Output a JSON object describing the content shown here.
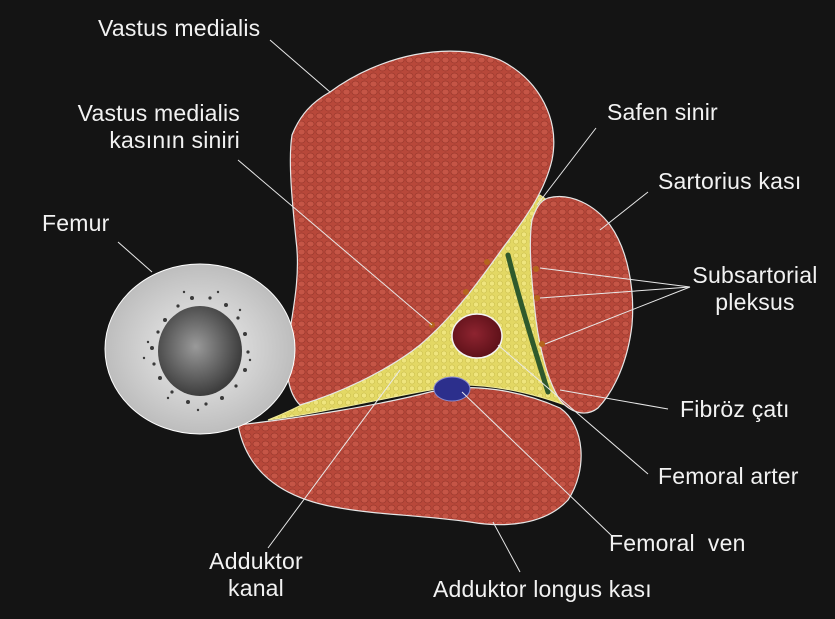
{
  "labels": {
    "vastus_medialis": "Vastus medialis",
    "vastus_medialis_nerve_line1": "Vastus medialis",
    "vastus_medialis_nerve_line2": "kasının siniri",
    "femur": "Femur",
    "safen_sinir": "Safen sinir",
    "sartorius_kasi": "Sartorius kası",
    "subsartorial_line1": "Subsartorial",
    "subsartorial_line2": "pleksus",
    "fibroz_cati": "Fibröz çatı",
    "femoral_arter": "Femoral arter",
    "femoral_ven": "Femoral  ven",
    "adduktor_kanal_line1": "Adduktor",
    "adduktor_kanal_line2": "kanal",
    "adduktor_longus": "Adduktor longus kası"
  },
  "colors": {
    "background": "#141414",
    "muscle": "#b8483a",
    "muscle_dark": "#8e3026",
    "canal_fat": "#e6da6a",
    "fibrous_roof": "#2f5a2c",
    "artery": "#7a1a22",
    "vein": "#2c2f8c",
    "bone_outer": "#d4d4d4",
    "bone_marrow": "#6a6a6a",
    "nerve_dot": "#b5651d",
    "label_text": "#f2f2f2",
    "leader_line": "#e8e8e8"
  }
}
